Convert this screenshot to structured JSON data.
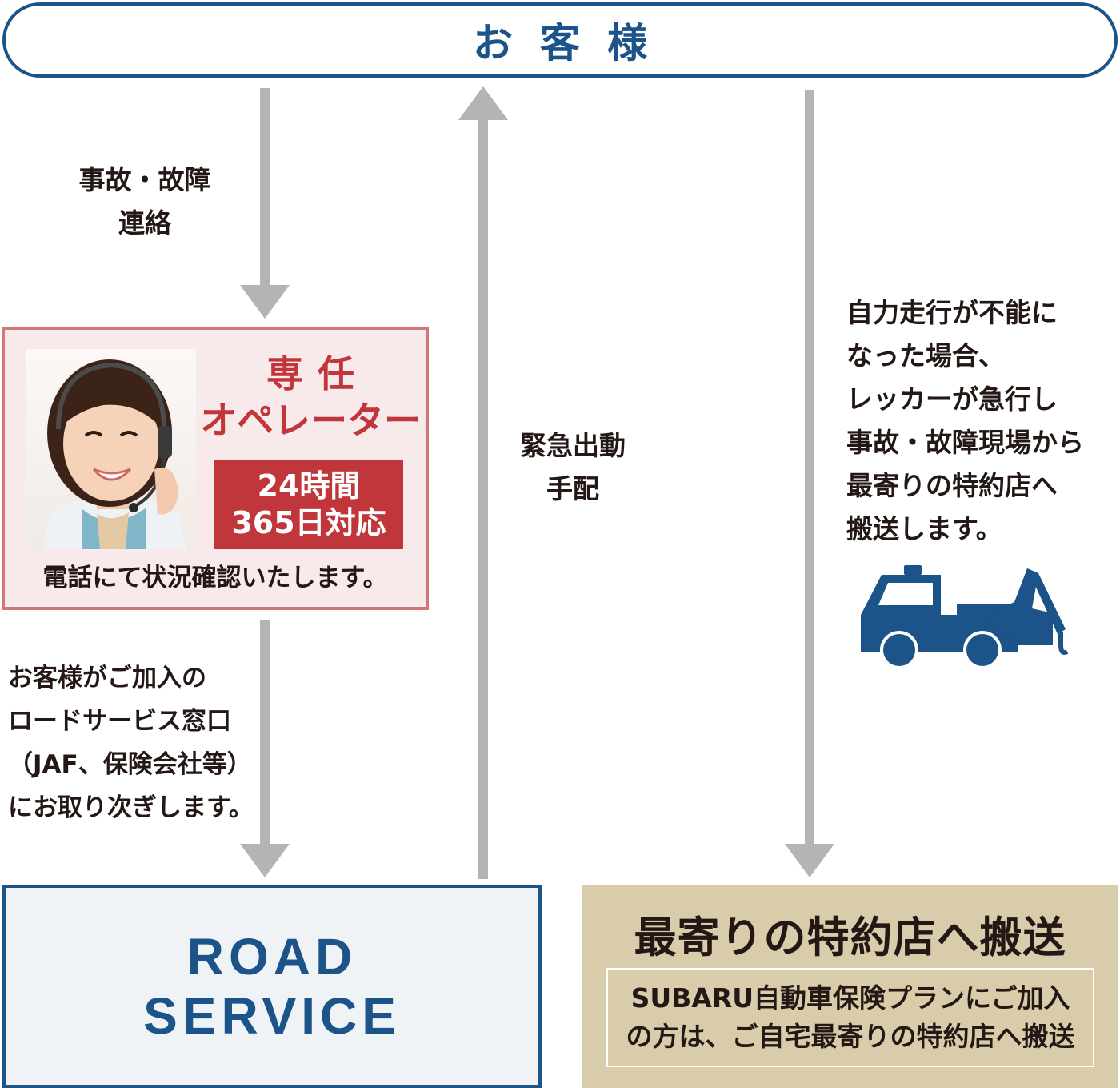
{
  "customer": {
    "title": "お客様"
  },
  "flow": {
    "report": [
      "事故・故障",
      "連絡"
    ],
    "dispatch": [
      "緊急出動",
      "手配"
    ],
    "handoff": [
      "お客様がご加入の",
      "ロードサービス窓口",
      "（JAF、保険会社等）",
      "にお取り次ぎします。"
    ],
    "tow": [
      "自力走行が不能に",
      "なった場合、",
      "レッカーが急行し",
      "事故・故障現場から",
      "最寄りの特約店へ",
      "搬送します。"
    ]
  },
  "operator": {
    "title_line1": "専任",
    "title_line2": "オペレーター",
    "badge_line1": "24時間",
    "badge_line2": "365日対応",
    "caption": "電話にて状況確認いたします。"
  },
  "road_service": {
    "line1": "ROAD",
    "line2": "SERVICE"
  },
  "dealer": {
    "title": "最寄りの特約店へ搬送",
    "note_line1": "SUBARU自動車保険プランにご加入",
    "note_line2": "の方は、ご自宅最寄りの特約店へ搬送"
  },
  "colors": {
    "navy": "#1c5389",
    "arrow_gray": "#b4b4b4",
    "operator_red": "#c0363a",
    "operator_bg": "#f8e9ea",
    "dealer_bg": "#d9ccaa"
  },
  "icons": [
    "operator-headset-photo",
    "tow-truck-icon"
  ]
}
